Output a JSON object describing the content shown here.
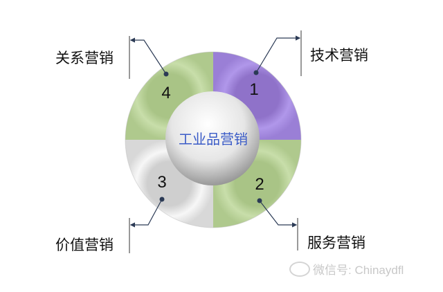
{
  "center_label": "工业品营销",
  "segments": [
    {
      "number": "1",
      "label": "技术营销",
      "color": "#a88be0"
    },
    {
      "number": "2",
      "label": "服务营销",
      "color": "#c2d9a0"
    },
    {
      "number": "3",
      "label": "价值营销",
      "color": "#f2f2f2"
    },
    {
      "number": "4",
      "label": "关系营销",
      "color": "#c2d9a0"
    }
  ],
  "watermark": "微信号: Chinaydfl",
  "colors": {
    "center_text": "#3a5bc7"
  }
}
